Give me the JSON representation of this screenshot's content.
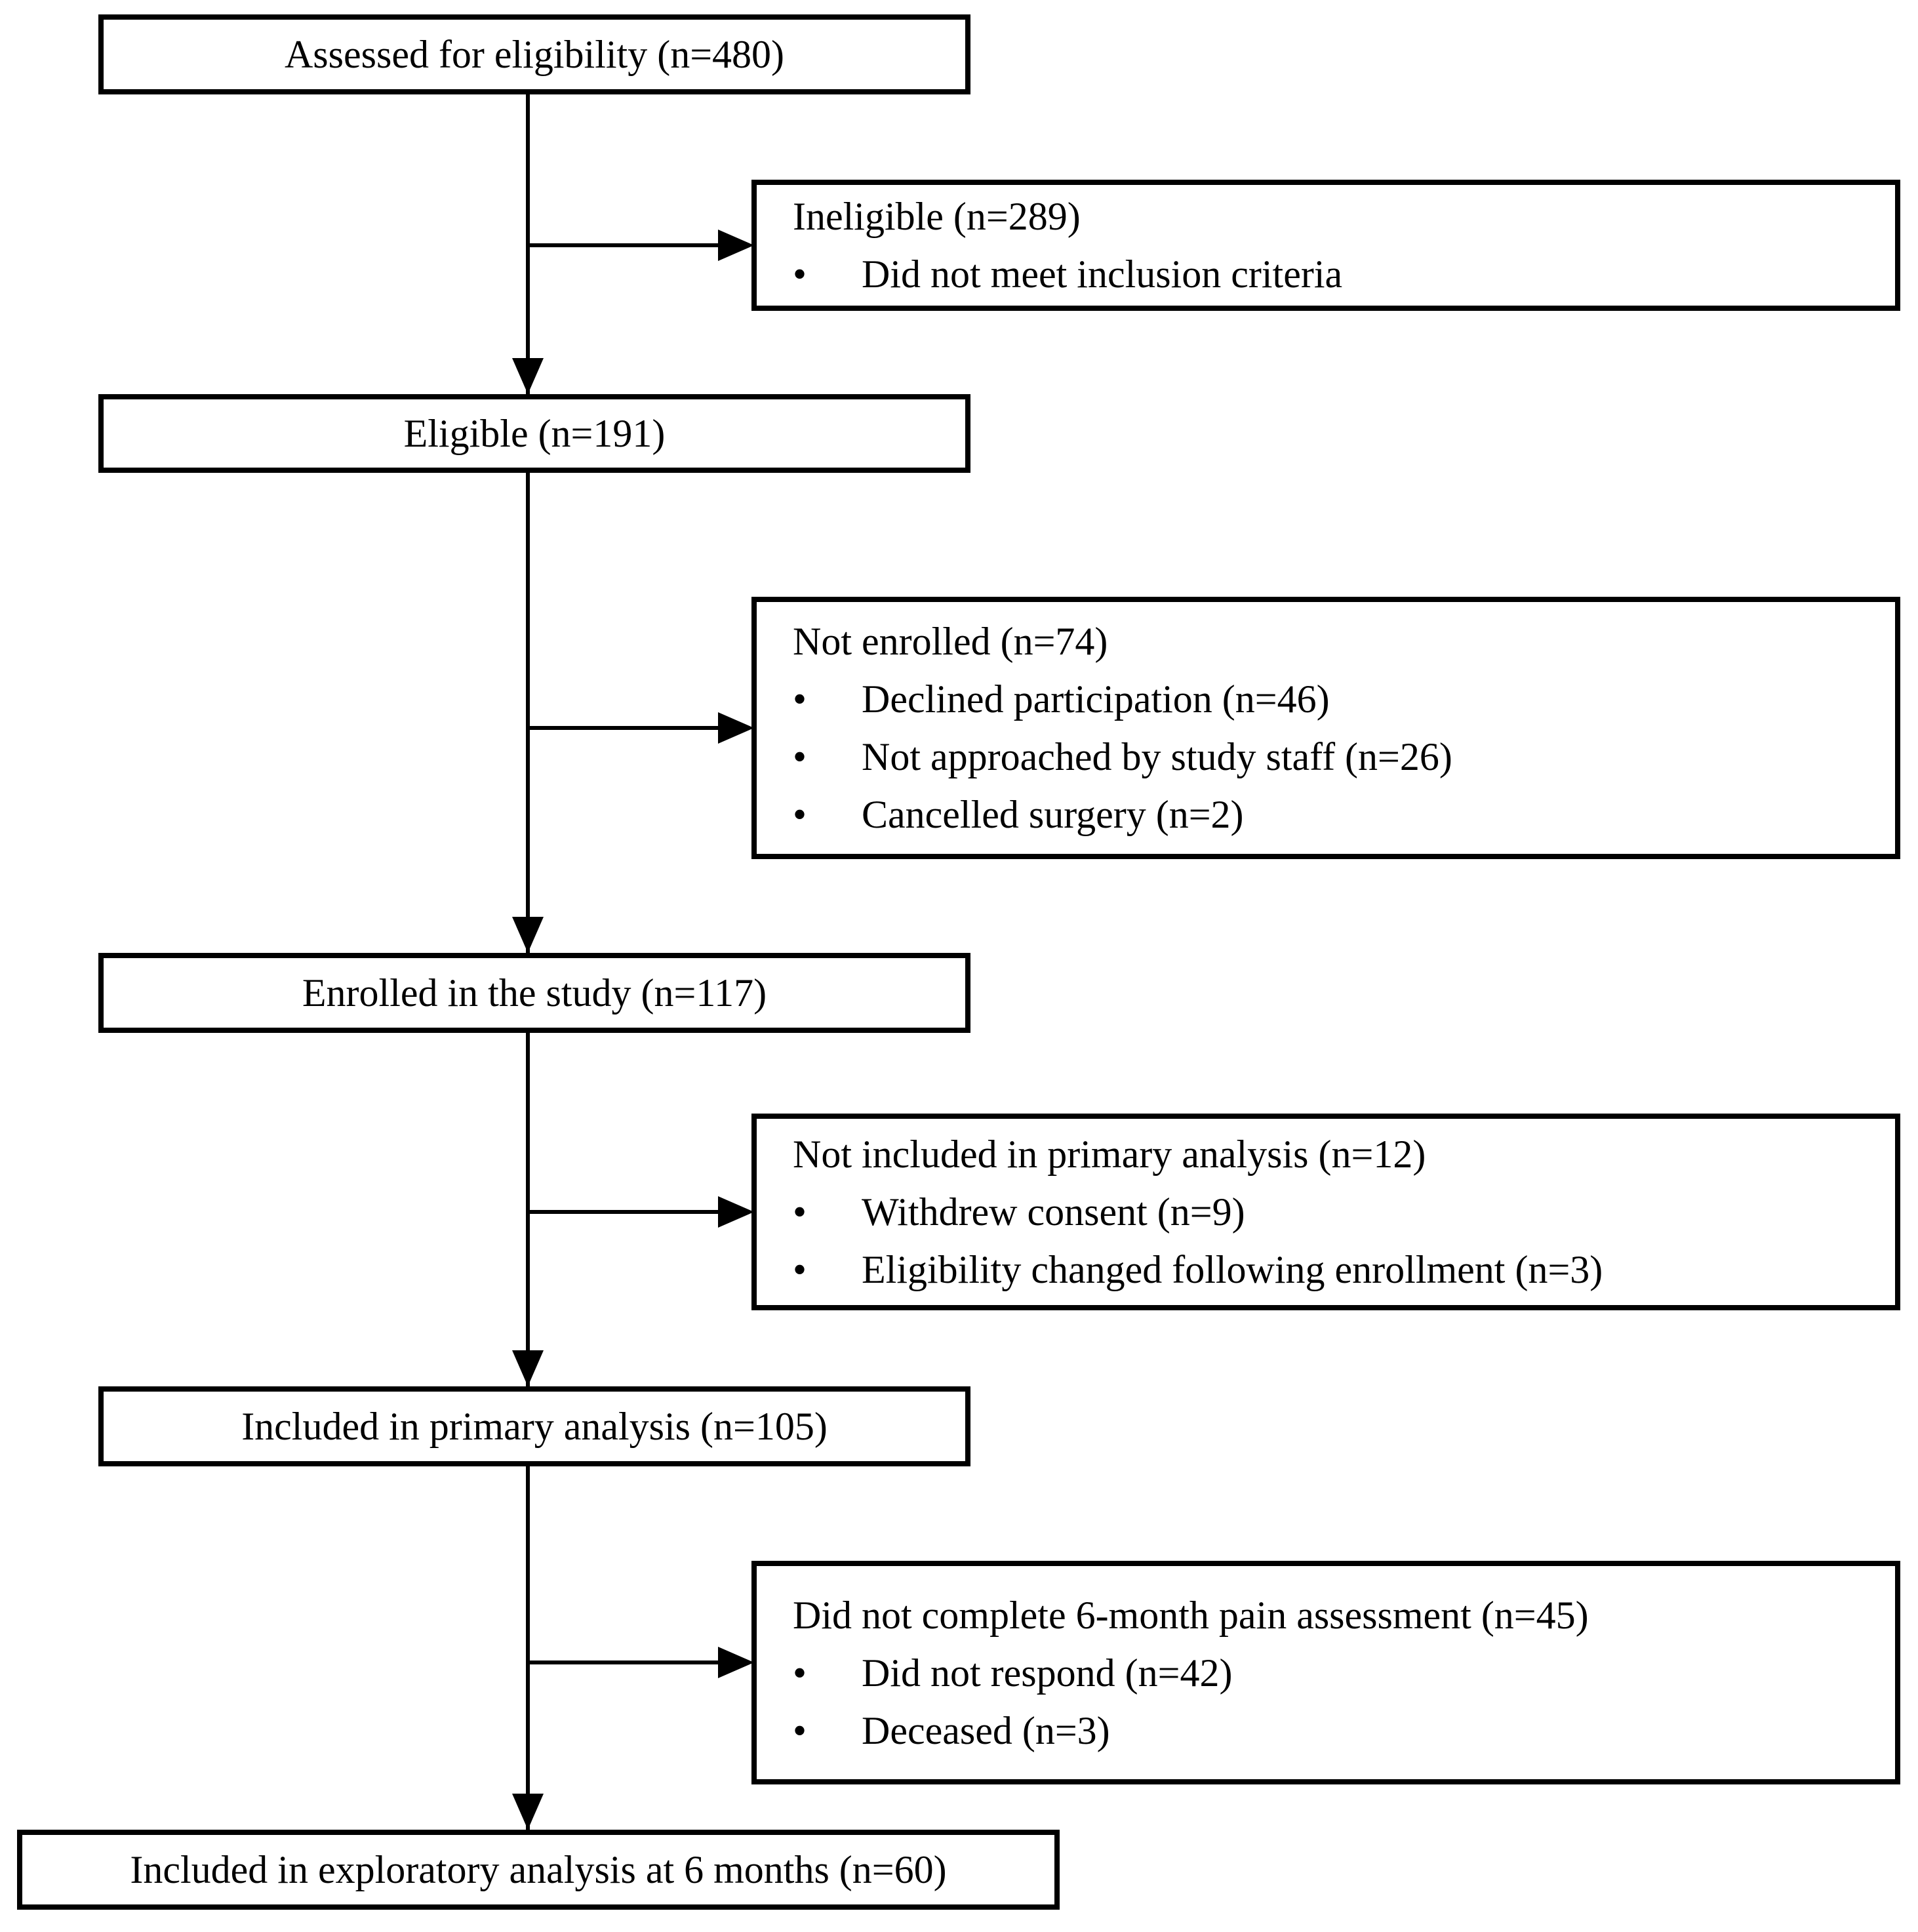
{
  "diagram": {
    "type": "flowchart",
    "bullet_glyph": "•",
    "colors": {
      "background": "#ffffff",
      "border": "#000000",
      "text": "#000000"
    },
    "main_flow": [
      {
        "label": "Assessed for eligibility (n=480)",
        "n": 480
      },
      {
        "label": "Eligible (n=191)",
        "n": 191
      },
      {
        "label": "Enrolled in the study (n=117)",
        "n": 117
      },
      {
        "label": "Included in primary analysis (n=105)",
        "n": 105
      },
      {
        "label": "Included in exploratory analysis at 6 months (n=60)",
        "n": 60
      }
    ],
    "exclusion_boxes": [
      {
        "title": "Ineligible (n=289)",
        "n": 289,
        "items": [
          "Did not meet inclusion criteria"
        ]
      },
      {
        "title": "Not enrolled (n=74)",
        "n": 74,
        "items": [
          "Declined participation (n=46)",
          "Not approached by study staff (n=26)",
          "Cancelled surgery (n=2)"
        ]
      },
      {
        "title": "Not included in primary analysis (n=12)",
        "n": 12,
        "items": [
          "Withdrew consent (n=9)",
          "Eligibility changed following enrollment (n=3)"
        ]
      },
      {
        "title": "Did not complete 6-month pain assessment (n=45)",
        "n": 45,
        "items": [
          "Did not respond (n=42)",
          "Deceased (n=3)"
        ]
      }
    ]
  }
}
